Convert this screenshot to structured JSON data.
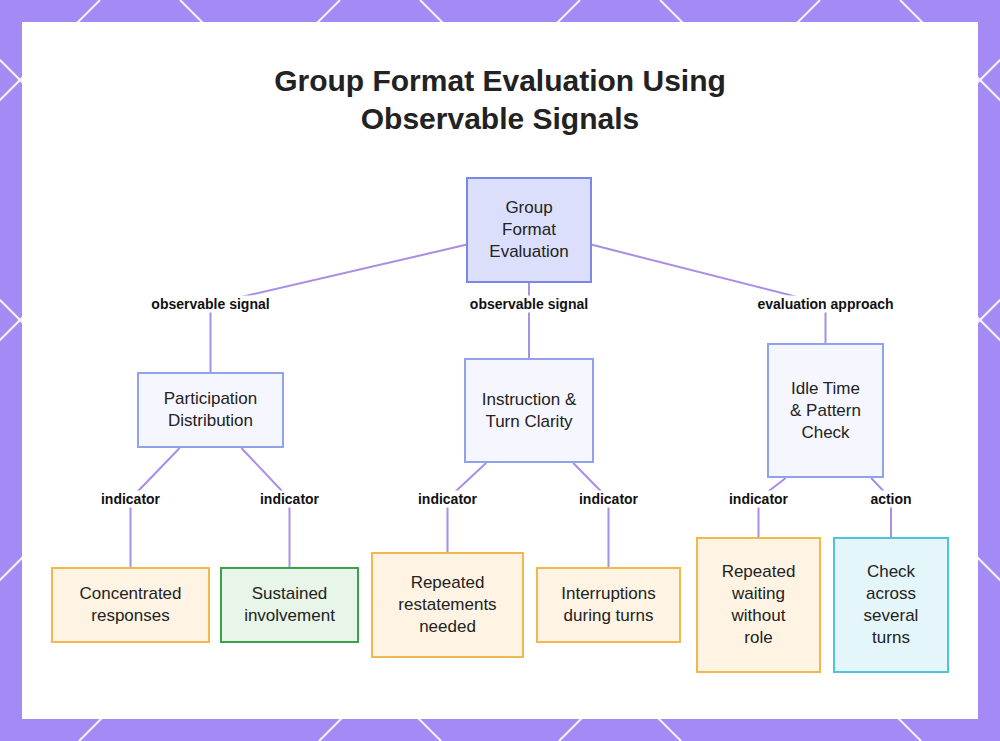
{
  "diagram": {
    "title": "Group Format Evaluation Using Observable Signals",
    "nodes": [
      {
        "text": [
          "Group Format Evaluation"
        ]
      },
      {
        "text": [
          "Participation Distribution"
        ]
      },
      {
        "text": [
          "Instruction & Turn Clarity"
        ]
      },
      {
        "text": [
          "Idle Time & Pattern Check"
        ]
      },
      {
        "text": [
          "Concentrated responses"
        ]
      },
      {
        "text": [
          "Sustained involvement"
        ]
      },
      {
        "text": [
          "Repeated restatements needed"
        ]
      },
      {
        "text": [
          "Interruptions during turns"
        ]
      },
      {
        "text": [
          "Repeated waiting without role"
        ]
      },
      {
        "text": [
          "Check across several turns"
        ]
      }
    ],
    "edges": [
      {
        "from": 0,
        "to": 1,
        "label": "observable signal",
        "arrow": "none"
      },
      {
        "from": 0,
        "to": 2,
        "label": "observable signal",
        "arrow": "none"
      },
      {
        "from": 0,
        "to": 3,
        "label": "evaluation approach",
        "arrow": "none"
      },
      {
        "from": 1,
        "to": 4,
        "label": "indicator",
        "arrow": "none"
      },
      {
        "from": 1,
        "to": 5,
        "label": "indicator",
        "arrow": "none"
      },
      {
        "from": 2,
        "to": 6,
        "label": "indicator",
        "arrow": "none"
      },
      {
        "from": 2,
        "to": 7,
        "label": "indicator",
        "arrow": "none"
      },
      {
        "from": 3,
        "to": 8,
        "label": "indicator",
        "arrow": "none"
      },
      {
        "from": 3,
        "to": 9,
        "label": "action",
        "arrow": "none"
      }
    ]
  }
}
